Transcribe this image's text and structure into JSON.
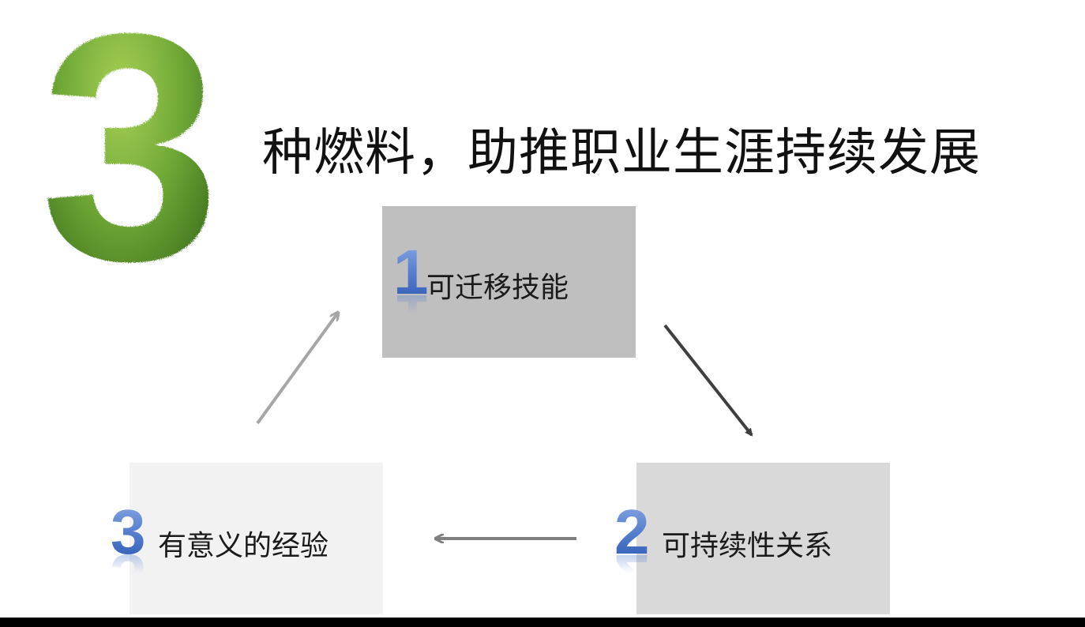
{
  "title": "种燃料，助推职业生涯持续发展",
  "big_number": "3",
  "items": [
    {
      "number": "1",
      "label": "可迁移技能"
    },
    {
      "number": "2",
      "label": "可持续性关系"
    },
    {
      "number": "3",
      "label": "有意义的经验"
    }
  ],
  "colors": {
    "grass_green": "#5d9a2c",
    "number_blue": "#4a72c6",
    "box_1": "#bfbfbf",
    "box_2": "#d9d9d9",
    "box_3": "#f2f2f2",
    "arrow_dark": "#3f3f3f",
    "arrow_mid": "#7f7f7f",
    "arrow_light": "#a6a6a6"
  },
  "icons": {
    "big_number": "grass-number-3-icon"
  }
}
